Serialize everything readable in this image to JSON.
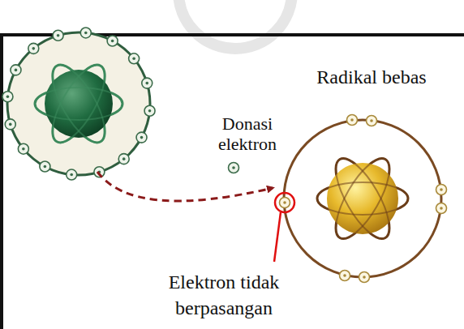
{
  "diagram": {
    "labels": [
      "Donasi elektron",
      "Radikal bebas",
      "Elektron tidak berpasangan"
    ]
  }
}
